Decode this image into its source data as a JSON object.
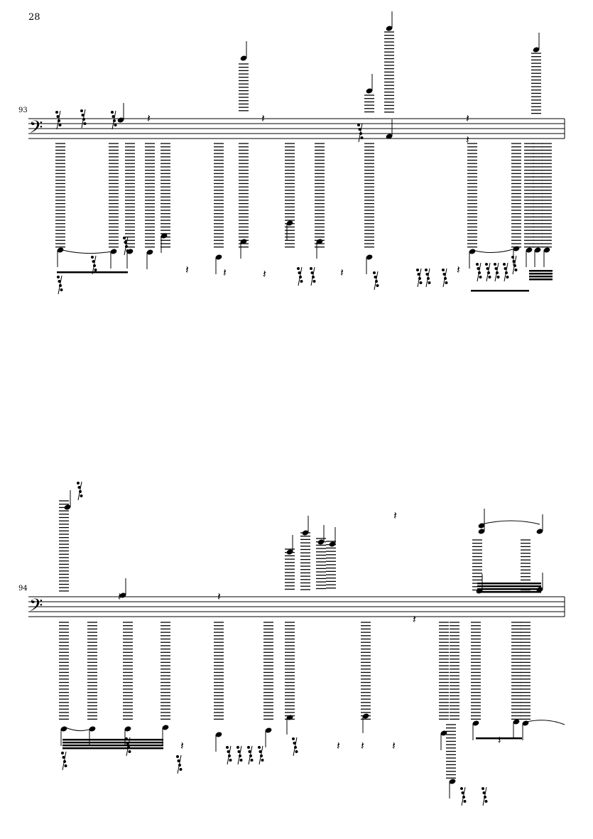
{
  "page_number": "28",
  "systems": [
    {
      "measure_number": "93",
      "clef": "bass"
    },
    {
      "measure_number": "94",
      "clef": "bass"
    }
  ]
}
